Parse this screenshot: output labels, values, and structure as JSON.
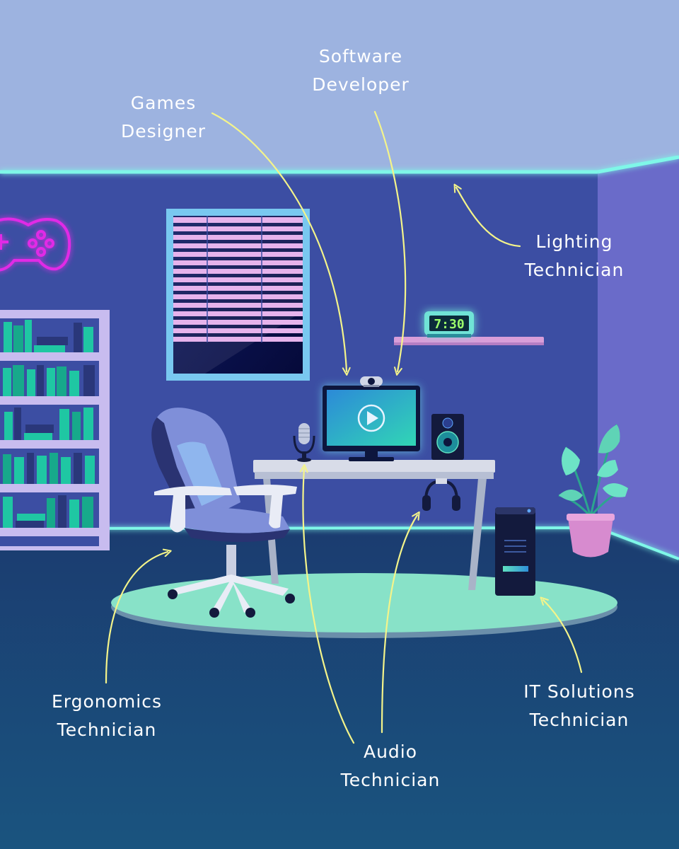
{
  "labels": {
    "software_developer": {
      "line1": "Software",
      "line2": "Developer"
    },
    "games_designer": {
      "line1": "Games",
      "line2": "Designer"
    },
    "lighting_technician": {
      "line1": "Lighting",
      "line2": "Technician"
    },
    "ergonomics_technician": {
      "line1": "Ergonomics",
      "line2": "Technician"
    },
    "audio_technician": {
      "line1": "Audio",
      "line2": "Technician"
    },
    "it_solutions_technician": {
      "line1": "IT Solutions",
      "line2": "Technician"
    }
  },
  "clock": {
    "time": "7:30"
  },
  "icons": [
    "gamepad-neon-icon",
    "play-icon",
    "microphone-icon",
    "speaker-icon",
    "headphones-icon",
    "webcam-icon",
    "plant-icon",
    "pc-tower-icon",
    "office-chair-icon",
    "arrow-icon"
  ],
  "colors": {
    "ceiling": "#9db3e0",
    "wall_back": "#3c4ea3",
    "wall_right": "#6a6bc9",
    "floor_top": "#1a3f72",
    "floor_bottom": "#19527d",
    "neon_strip": "#7ff7e8",
    "rug": "#88e2c8",
    "neon_pink": "#e12ce6",
    "arrow": "#f4f48a",
    "clock_digits": "#9cff6b"
  }
}
